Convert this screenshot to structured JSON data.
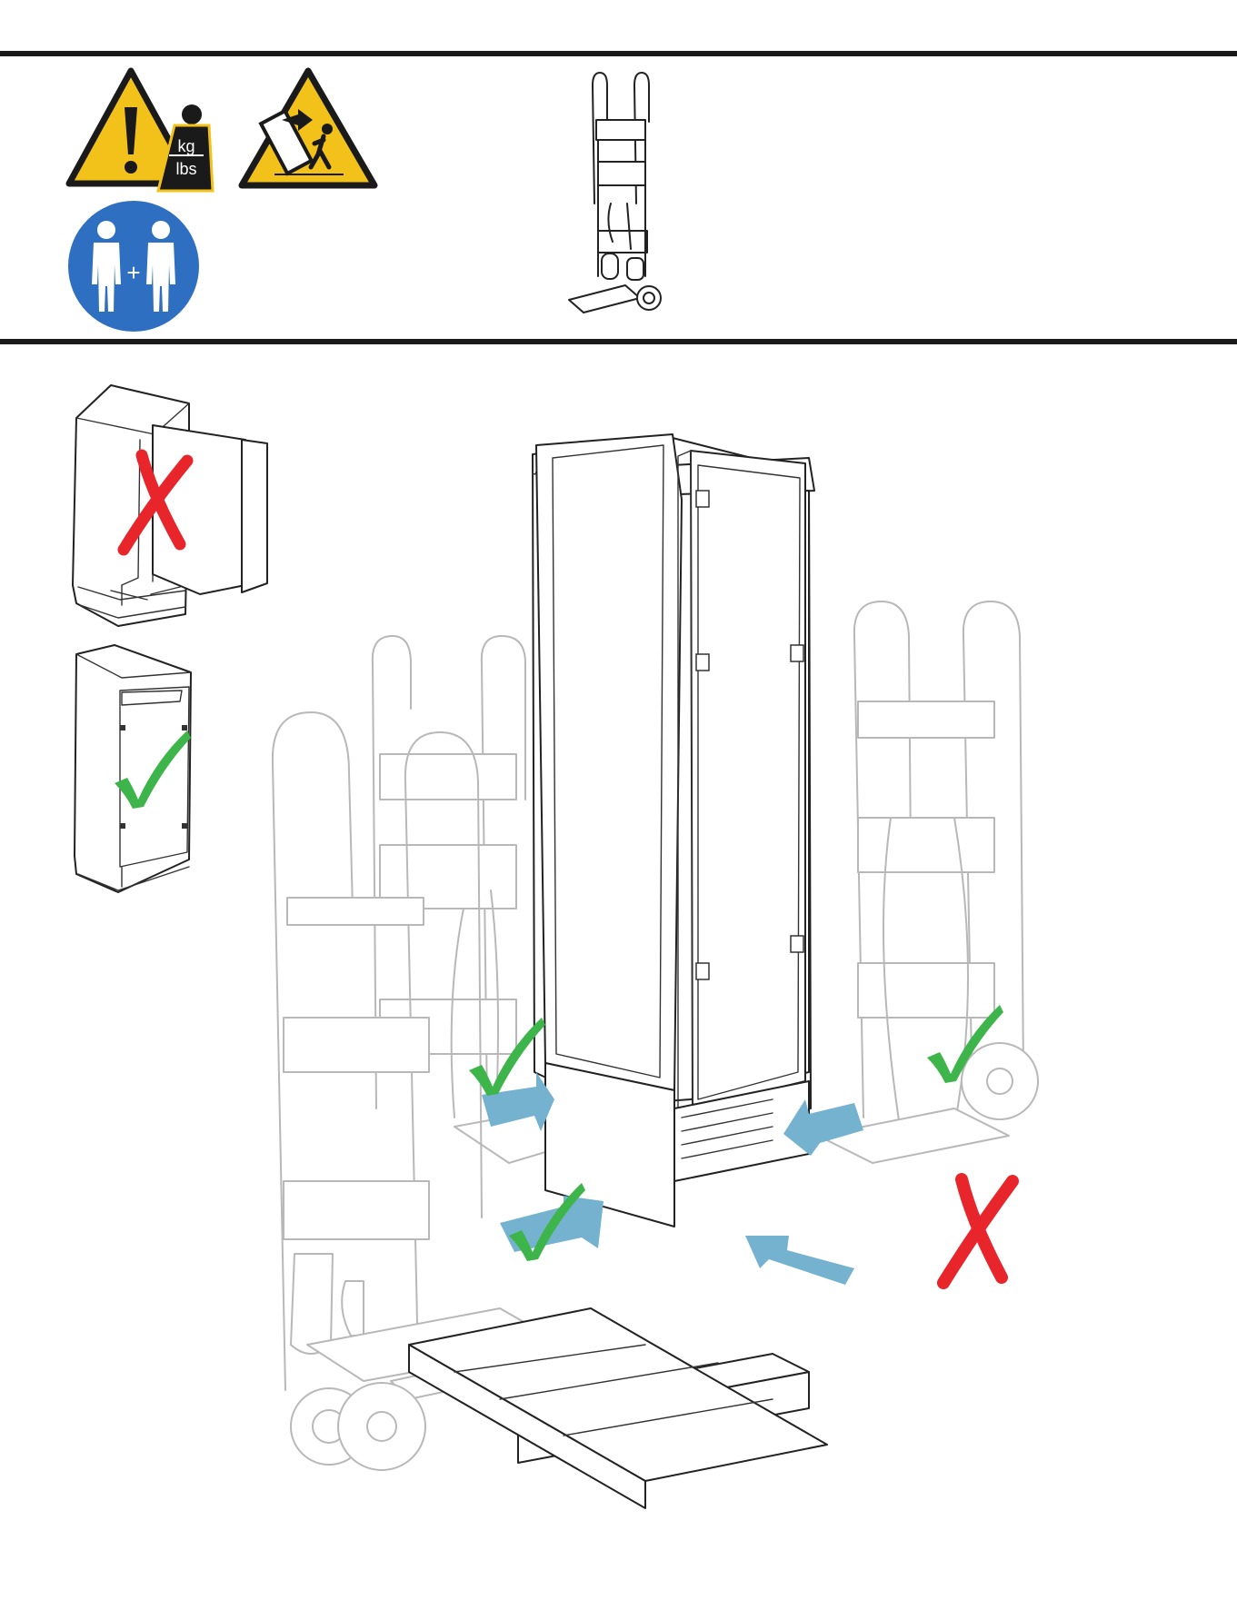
{
  "colors": {
    "warning_yellow": "#F2C21B",
    "mandatory_blue": "#2F6FC2",
    "arrow_blue": "#74B2CF",
    "check_green": "#3DB54A",
    "cross_red": "#E8252A",
    "rule_black": "#1a1a1a"
  },
  "header": {
    "weight_sign": {
      "icon": "heavy-weight-warning-icon",
      "unit_top": "kg",
      "unit_bottom": "lbs"
    },
    "tip_over_sign": {
      "icon": "tip-over-hazard-warning-icon"
    },
    "two_person_sign": {
      "icon": "two-person-lift-icon",
      "plus": "+"
    },
    "tool": {
      "icon": "appliance-hand-truck-icon"
    }
  },
  "side_examples": [
    {
      "icon": "refrigerator-door-open-icon",
      "verdict": "incorrect",
      "mark": "cross-mark-icon"
    },
    {
      "icon": "refrigerator-door-closed-icon",
      "verdict": "correct",
      "mark": "check-mark-icon"
    }
  ],
  "main_illustration": {
    "icon": "refrigerator-on-pallet-icon",
    "approaches": [
      {
        "side": "left-rear",
        "verdict": "correct",
        "mark": "check-mark-icon"
      },
      {
        "side": "left-front",
        "verdict": "correct",
        "mark": "check-mark-icon"
      },
      {
        "side": "right-rear",
        "verdict": "correct",
        "mark": "check-mark-icon"
      },
      {
        "side": "right-front",
        "verdict": "incorrect",
        "mark": "cross-mark-icon"
      }
    ]
  }
}
